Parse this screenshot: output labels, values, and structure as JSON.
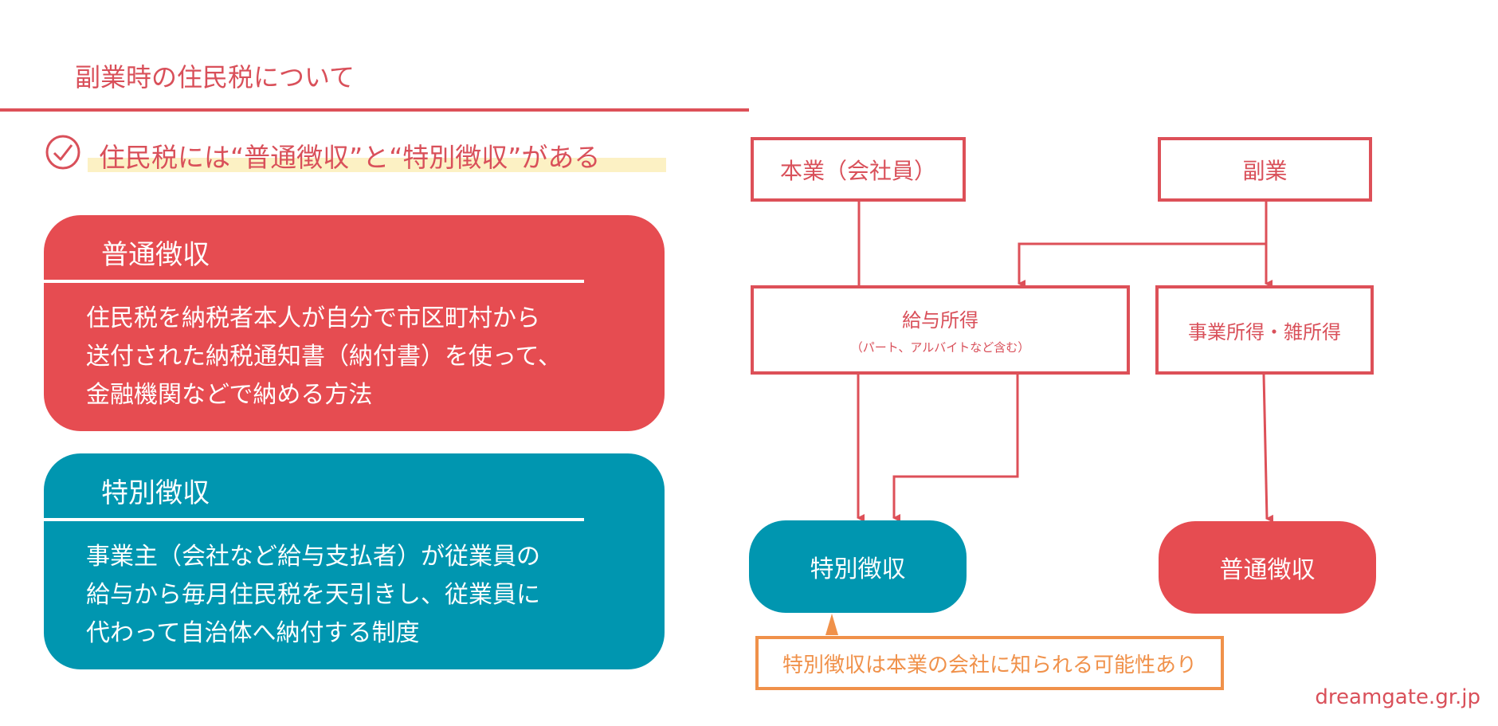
{
  "header": {
    "title": "副業時の住民税について"
  },
  "subtitle": {
    "text": "住民税には“普通徴収”と“特別徴収”がある",
    "icon": "check-circle-icon"
  },
  "cards": [
    {
      "heading": "普通徴収",
      "lines": [
        "住民税を納税者本人が自分で市区町村から",
        "送付された納税通知書（納付書）を使って、",
        "金融機関などで納める方法"
      ]
    },
    {
      "heading": "特別徴収",
      "lines": [
        "事業主（会社など給与支払者）が従業員の",
        "給与から毎月住民税を天引きし、従業員に",
        "代わって自治体へ納付する制度"
      ]
    }
  ],
  "diagram": {
    "main_job": "本業（会社員）",
    "side_job": "副業",
    "salary_income": {
      "label": "給与所得",
      "sub": "（パート、アルバイトなど含む）"
    },
    "business_income": "事業所得・雑所得",
    "special": "特別徴収",
    "ordinary": "普通徴収",
    "note": "特別徴収は本業の会社に知られる可能性あり"
  },
  "footer": {
    "site": "dreamgate.gr.jp"
  },
  "colors": {
    "red": "#E64C51",
    "teal": "#0096B0",
    "orange": "#F0914A",
    "highlight": "#FCF1C4"
  }
}
